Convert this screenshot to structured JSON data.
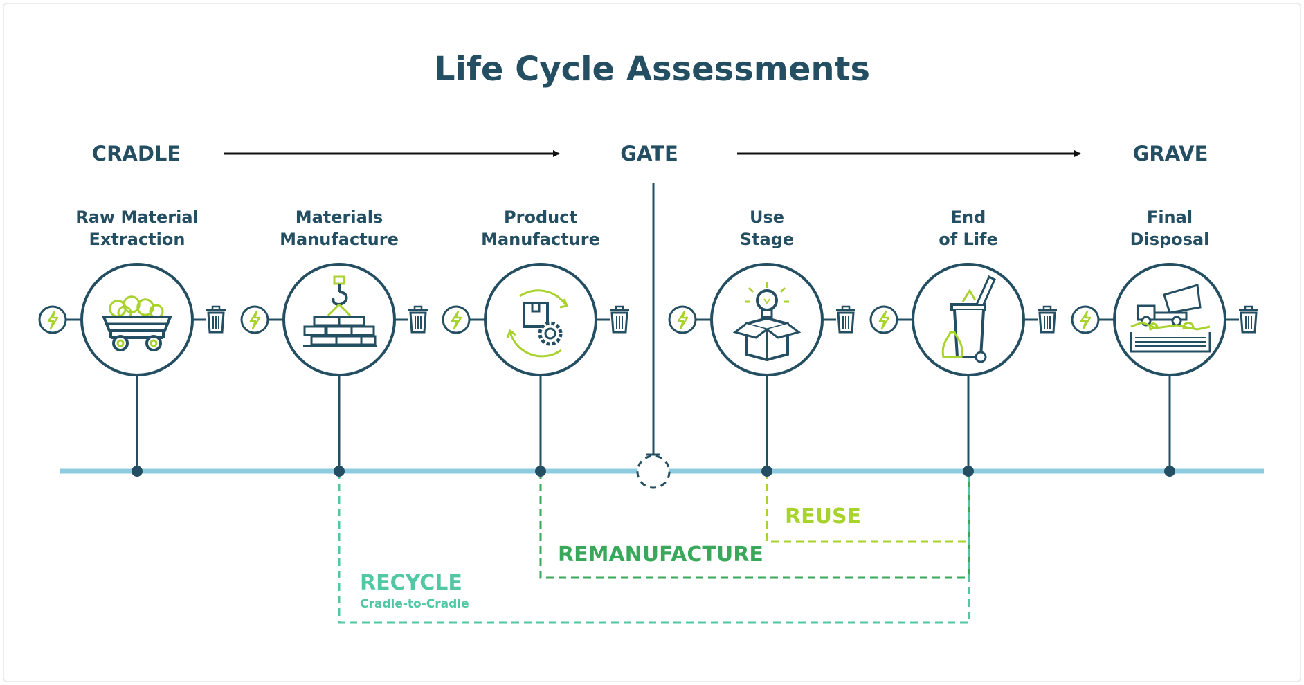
{
  "title": "Life Cycle Assessments",
  "phases": {
    "cradle": "CRADLE",
    "gate": "GATE",
    "grave": "GRAVE"
  },
  "stages": [
    {
      "line1": "Raw Material",
      "line2": "Extraction",
      "icon": "mine-cart-icon"
    },
    {
      "line1": "Materials",
      "line2": "Manufacture",
      "icon": "crane-hook-bricks-icon"
    },
    {
      "line1": "Product",
      "line2": "Manufacture",
      "icon": "box-gear-cycle-icon"
    },
    {
      "line1": "Use",
      "line2": "Stage",
      "icon": "lightbulb-box-icon"
    },
    {
      "line1": "End",
      "line2": "of Life",
      "icon": "waste-bin-icon"
    },
    {
      "line1": "Final",
      "line2": "Disposal",
      "icon": "dump-truck-landfill-icon"
    }
  ],
  "side_icons": {
    "left": "lightning-energy-icon",
    "right": "trash-can-icon"
  },
  "loops": {
    "reuse": "REUSE",
    "remanufacture": "REMANUFACTURE",
    "recycle": "RECYCLE",
    "recycle_sub": "Cradle-to-Cradle"
  },
  "colors": {
    "navy": "#244e62",
    "teal_line": "#8ccbe0",
    "lime": "#a8d22c",
    "green": "#3aa85a",
    "mint": "#52c7a4",
    "black": "#111111"
  }
}
